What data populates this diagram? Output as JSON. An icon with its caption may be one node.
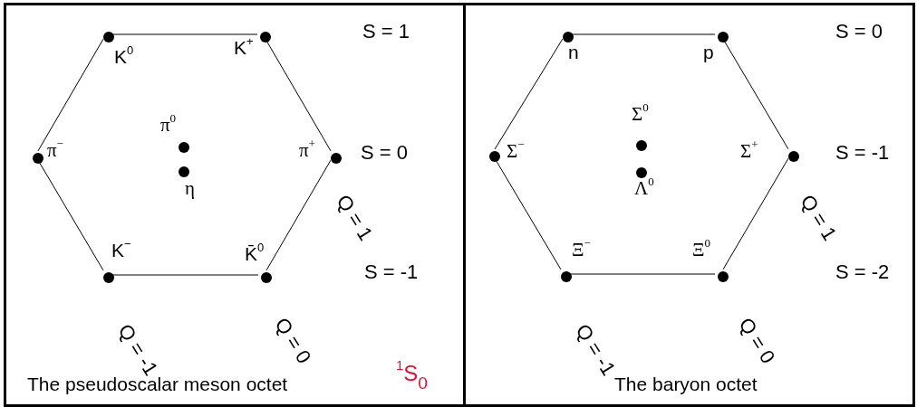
{
  "diagram": {
    "nodes": [
      {
        "text": [
          "The pseudoscalar meson octet",
          "$^{1}$S$_{0}$"
        ]
      },
      {
        "text": [],
        "shape": "circle",
        "in": 0,
        "beside": [
          "K$^{0}$"
        ]
      },
      {
        "text": [],
        "shape": "circle",
        "in": 0,
        "beside": [
          "K$^{+}$"
        ]
      },
      {
        "text": [],
        "shape": "circle",
        "in": 0,
        "beside": [
          "π$^{−}$"
        ]
      },
      {
        "text": [],
        "shape": "circle",
        "in": 0,
        "beside": [
          "π$^{0}$"
        ]
      },
      {
        "text": [],
        "shape": "circle",
        "in": 0,
        "beside": [
          "η"
        ]
      },
      {
        "text": [],
        "shape": "circle",
        "in": 0,
        "beside": [
          "π$^{+}$"
        ]
      },
      {
        "text": [],
        "shape": "circle",
        "in": 0,
        "beside": [
          "K$^{−}$"
        ]
      },
      {
        "text": [],
        "shape": "circle",
        "in": 0,
        "beside": [
          "K̄$^{0}$"
        ]
      },
      {
        "text": [
          "The baryon octet"
        ]
      },
      {
        "text": [],
        "shape": "circle",
        "in": 9,
        "beside": [
          "n"
        ]
      },
      {
        "text": [],
        "shape": "circle",
        "in": 9,
        "beside": [
          "p"
        ]
      },
      {
        "text": [],
        "shape": "circle",
        "in": 9,
        "beside": [
          "Σ$^{0}$"
        ]
      },
      {
        "text": [],
        "shape": "circle",
        "in": 9,
        "beside": [
          "Σ$^{−}$"
        ]
      },
      {
        "text": [],
        "shape": "circle",
        "in": 9,
        "beside": [
          "Σ$^{+}$"
        ]
      },
      {
        "text": [],
        "shape": "circle",
        "in": 9,
        "beside": [
          "Λ$^{0}$"
        ]
      },
      {
        "text": [],
        "shape": "circle",
        "in": 9,
        "beside": [
          "Ξ$^{−}$"
        ]
      },
      {
        "text": [],
        "shape": "circle",
        "in": 9,
        "beside": [
          "Ξ$^{0}$"
        ]
      }
    ],
    "edges": [
      {
        "from": 1,
        "to": 2,
        "arrow": "none"
      },
      {
        "from": 2,
        "to": 6,
        "arrow": "none"
      },
      {
        "from": 6,
        "to": 8,
        "arrow": "none"
      },
      {
        "from": 8,
        "to": 7,
        "arrow": "none"
      },
      {
        "from": 7,
        "to": 3,
        "arrow": "none"
      },
      {
        "from": 3,
        "to": 1,
        "arrow": "none"
      },
      {
        "from": 10,
        "to": 11,
        "arrow": "none"
      },
      {
        "from": 11,
        "to": 14,
        "arrow": "none"
      },
      {
        "from": 14,
        "to": 17,
        "arrow": "none"
      },
      {
        "from": 17,
        "to": 16,
        "arrow": "none"
      },
      {
        "from": 16,
        "to": 13,
        "arrow": "none"
      },
      {
        "from": 13,
        "to": 10,
        "arrow": "none"
      }
    ],
    "labels": [
      "S = 1",
      "S = 0",
      "Q = 1",
      "S = -1",
      "Q = -1",
      "Q = 0",
      "S = 0",
      "S = -1",
      "Q = 1",
      "S = -2",
      "Q = -1",
      "Q = 0"
    ]
  }
}
